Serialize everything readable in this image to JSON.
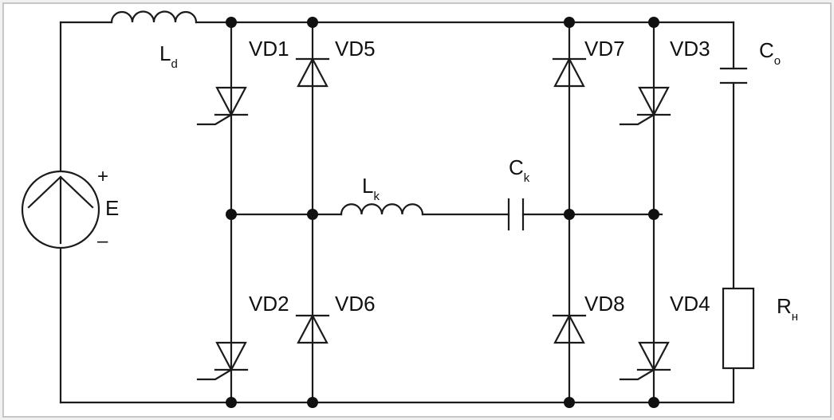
{
  "colors": {
    "frame_fill": "#f1f1f1",
    "frame_stroke": "#c6c6c6",
    "canvas": "#ffffff",
    "wire": "#1b1b1b"
  },
  "source": {
    "label": "E",
    "plus": "+",
    "minus": "–"
  },
  "inductor_d": {
    "main": "L",
    "sub": "d"
  },
  "inductor_k": {
    "main": "L",
    "sub": "k"
  },
  "capacitor_k": {
    "main": "C",
    "sub": "k"
  },
  "capacitor_o": {
    "main": "C",
    "sub": "o"
  },
  "resistor": {
    "main": "R",
    "sub": "н"
  },
  "thyristors": {
    "vd1": "VD1",
    "vd2": "VD2",
    "vd3": "VD3",
    "vd4": "VD4"
  },
  "diodes": {
    "vd5": "VD5",
    "vd6": "VD6",
    "vd7": "VD7",
    "vd8": "VD8"
  }
}
